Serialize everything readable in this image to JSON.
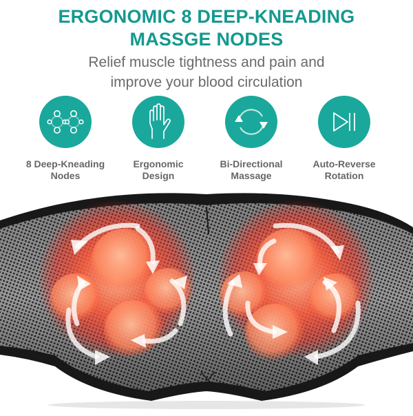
{
  "header": {
    "title_line1": "ERGONOMIC 8 DEEP-KNEADING",
    "title_line2": "MASSGE NODES",
    "subtitle_line1": "Relief muscle tightness and pain and",
    "subtitle_line2": "improve your blood circulation"
  },
  "features": [
    {
      "icon": "nodes-icon",
      "label_line1": "8 Deep-Kneading",
      "label_line2": "Nodes"
    },
    {
      "icon": "hand-icon",
      "label_line1": "Ergonomic",
      "label_line2": "Design"
    },
    {
      "icon": "rotate-arrows-icon",
      "label_line1": "Bi-Directional",
      "label_line2": "Massage"
    },
    {
      "icon": "play-pause-icon",
      "label_line1": "Auto-Reverse",
      "label_line2": "Rotation"
    }
  ],
  "colors": {
    "accent": "#14998f",
    "icon_bg": "#1aa89c",
    "text_gray": "#666666",
    "heat_red": "#ff3a2a",
    "mesh_gray": "#8a8a8a",
    "body_black": "#1a1a1a"
  }
}
